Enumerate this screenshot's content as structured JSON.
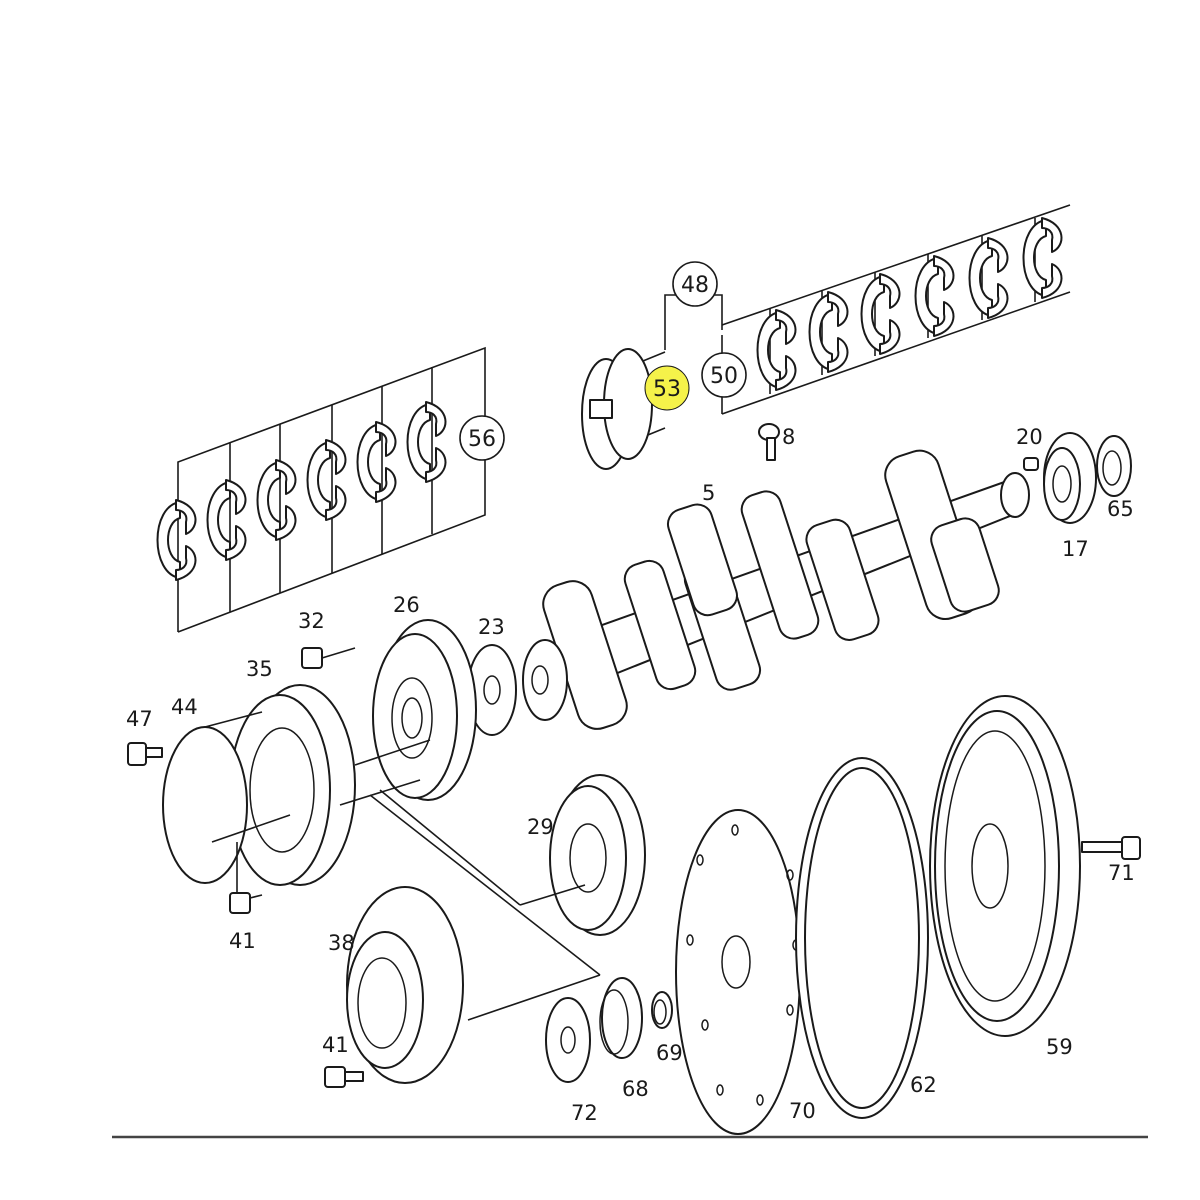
{
  "diagram": {
    "callouts": [
      {
        "id": "c48",
        "label": "48"
      },
      {
        "id": "c50",
        "label": "50"
      },
      {
        "id": "c53",
        "label": "53",
        "highlighted": true
      },
      {
        "id": "c56",
        "label": "56"
      },
      {
        "id": "c8",
        "label": "8"
      },
      {
        "id": "c5",
        "label": "5"
      },
      {
        "id": "c20",
        "label": "20"
      },
      {
        "id": "c65",
        "label": "65"
      },
      {
        "id": "c17",
        "label": "17"
      },
      {
        "id": "c32",
        "label": "32"
      },
      {
        "id": "c26",
        "label": "26"
      },
      {
        "id": "c23",
        "label": "23"
      },
      {
        "id": "c35",
        "label": "35"
      },
      {
        "id": "c47",
        "label": "47"
      },
      {
        "id": "c44",
        "label": "44"
      },
      {
        "id": "c29",
        "label": "29"
      },
      {
        "id": "c71",
        "label": "71"
      },
      {
        "id": "c41a",
        "label": "41"
      },
      {
        "id": "c38",
        "label": "38"
      },
      {
        "id": "c41b",
        "label": "41"
      },
      {
        "id": "c69",
        "label": "69"
      },
      {
        "id": "c68",
        "label": "68"
      },
      {
        "id": "c72",
        "label": "72"
      },
      {
        "id": "c70",
        "label": "70"
      },
      {
        "id": "c62",
        "label": "62"
      },
      {
        "id": "c59",
        "label": "59"
      }
    ],
    "colors": {
      "line": "#1a1a1a",
      "highlight": "#f5f24a",
      "background": "#ffffff"
    }
  }
}
